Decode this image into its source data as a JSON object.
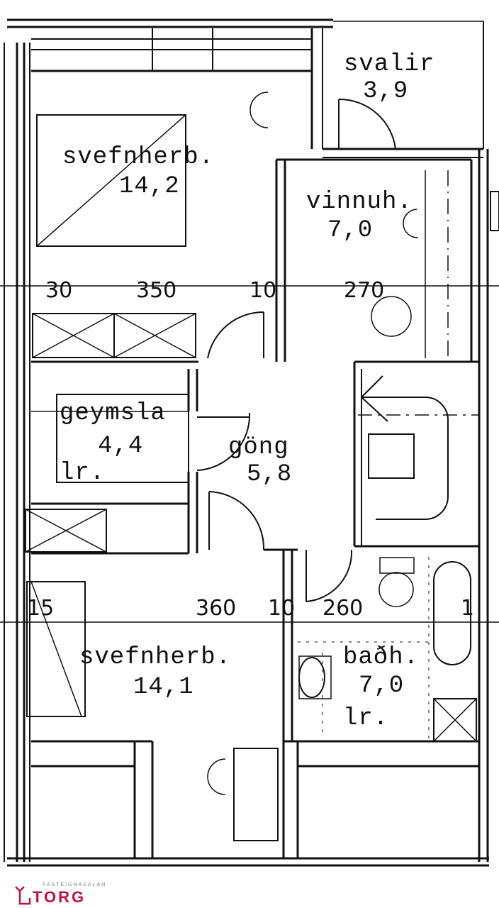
{
  "floor_plan": {
    "rooms": [
      {
        "name": "svalir",
        "area": "3,9"
      },
      {
        "name": "svefnherb.",
        "area": "14,2"
      },
      {
        "name": "vinnuh.",
        "area": "7,0"
      },
      {
        "name": "geymsla",
        "area": "4,4",
        "note": "lr."
      },
      {
        "name": "göng",
        "area": "5,8"
      },
      {
        "name": "svefnherb.",
        "area": "14,1"
      },
      {
        "name": "baðh.",
        "area": "7,0",
        "note": "lr."
      }
    ],
    "dimensions_top": [
      "30",
      "350",
      "10",
      "270"
    ],
    "dimensions_bottom": [
      "15",
      "360",
      "10",
      "260",
      "1"
    ]
  },
  "logo": {
    "subtitle": "FASTEIGNASALAN",
    "name": "TORG",
    "color": "#c0143c"
  }
}
